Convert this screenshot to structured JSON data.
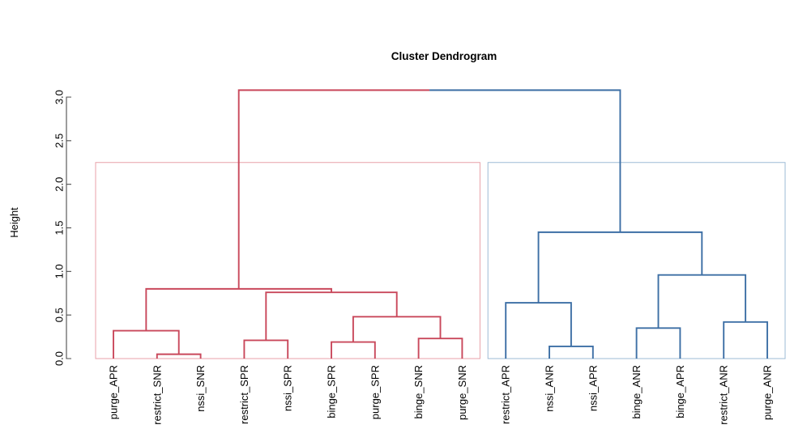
{
  "title": "Cluster Dendrogram",
  "axis": {
    "ylabel": "Height",
    "yticks": [
      "0.0",
      "0.5",
      "1.0",
      "1.5",
      "2.0",
      "2.5",
      "3.0"
    ],
    "ytick_values": [
      0.0,
      0.5,
      1.0,
      1.5,
      2.0,
      2.5,
      3.0
    ],
    "ylim": [
      0.0,
      3.0
    ]
  },
  "colors": {
    "cluster_red": "#C9485B",
    "cluster_blue": "#3D6FA5",
    "rect_red": "#E8A0A8",
    "rect_blue": "#9DBBD6",
    "axis": "#4d4d4d",
    "text": "#000000",
    "background": "#ffffff"
  },
  "chart_data": {
    "type": "dendrogram",
    "title": "Cluster Dendrogram",
    "xlabel": "",
    "ylabel": "Height",
    "ylim": [
      0.0,
      3.0
    ],
    "grid": false,
    "legend": "none",
    "leaf_order": [
      "purge_APR",
      "restrict_SNR",
      "nssi_SNR",
      "restrict_SPR",
      "nssi_SPR",
      "binge_SPR",
      "purge_SPR",
      "binge_SNR",
      "purge_SNR",
      "restrict_APR",
      "nssi_ANR",
      "nssi_APR",
      "binge_ANR",
      "binge_APR",
      "restrict_ANR",
      "purge_ANR"
    ],
    "clusters": [
      {
        "name": "cluster-1-red",
        "color": "#C9485B",
        "leaves": [
          "purge_APR",
          "restrict_SNR",
          "nssi_SNR",
          "restrict_SPR",
          "nssi_SPR",
          "binge_SPR",
          "purge_SPR",
          "binge_SNR",
          "purge_SNR"
        ],
        "box_height": 2.25
      },
      {
        "name": "cluster-2-blue",
        "color": "#3D6FA5",
        "leaves": [
          "restrict_APR",
          "nssi_ANR",
          "nssi_APR",
          "binge_ANR",
          "binge_APR",
          "restrict_ANR",
          "purge_ANR"
        ],
        "box_height": 2.25
      }
    ],
    "merges": [
      {
        "id": "m1",
        "left": "restrict_SNR",
        "right": "nssi_SNR",
        "height": 0.05,
        "color": "#C9485B"
      },
      {
        "id": "m2",
        "left": "purge_APR",
        "right": "m1",
        "height": 0.32,
        "color": "#C9485B"
      },
      {
        "id": "m3",
        "left": "restrict_SPR",
        "right": "nssi_SPR",
        "height": 0.21,
        "color": "#C9485B"
      },
      {
        "id": "m4",
        "left": "binge_SPR",
        "right": "purge_SPR",
        "height": 0.19,
        "color": "#C9485B"
      },
      {
        "id": "m5",
        "left": "binge_SNR",
        "right": "purge_SNR",
        "height": 0.23,
        "color": "#C9485B"
      },
      {
        "id": "m6",
        "left": "m4",
        "right": "m5",
        "height": 0.48,
        "color": "#C9485B"
      },
      {
        "id": "m7",
        "left": "m3",
        "right": "m6",
        "height": 0.76,
        "color": "#C9485B"
      },
      {
        "id": "m8",
        "left": "m2",
        "right": "m7",
        "height": 0.8,
        "color": "#C9485B"
      },
      {
        "id": "m9",
        "left": "nssi_ANR",
        "right": "nssi_APR",
        "height": 0.14,
        "color": "#3D6FA5"
      },
      {
        "id": "m10",
        "left": "restrict_APR",
        "right": "m9",
        "height": 0.64,
        "color": "#3D6FA5"
      },
      {
        "id": "m11",
        "left": "binge_ANR",
        "right": "binge_APR",
        "height": 0.35,
        "color": "#3D6FA5"
      },
      {
        "id": "m12",
        "left": "restrict_ANR",
        "right": "purge_ANR",
        "height": 0.42,
        "color": "#3D6FA5"
      },
      {
        "id": "m13",
        "left": "m11",
        "right": "m12",
        "height": 0.96,
        "color": "#3D6FA5"
      },
      {
        "id": "m14",
        "left": "m10",
        "right": "m13",
        "height": 1.45,
        "color": "#3D6FA5"
      },
      {
        "id": "m15",
        "left": "m8",
        "right": "m14",
        "height": 3.08,
        "color": "#000000"
      }
    ]
  }
}
